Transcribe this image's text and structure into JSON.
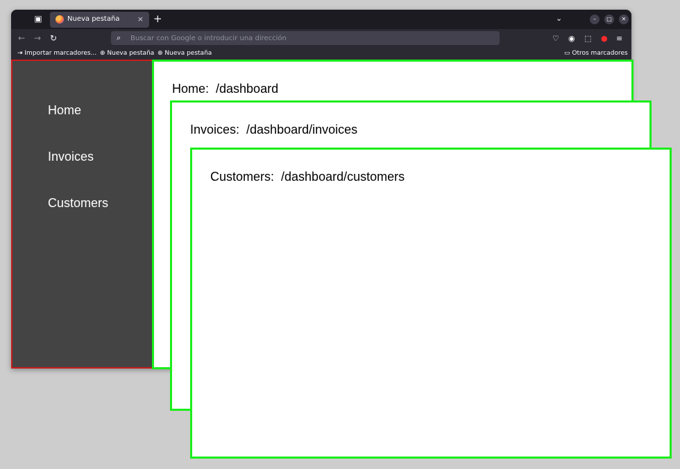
{
  "browser": {
    "tab": {
      "title": "Nueva pestaña",
      "close": "×"
    },
    "new_tab": "+",
    "url_placeholder": "Buscar con Google o introducir una dirección",
    "bookmarks": [
      {
        "label": "Importar marcadores..."
      },
      {
        "label": "Nueva pestaña"
      },
      {
        "label": "Nueva pestaña"
      }
    ],
    "other_bookmarks": "Otros marcadores"
  },
  "sidebar": {
    "links": [
      "Home",
      "Invoices",
      "Customers"
    ]
  },
  "panels": [
    {
      "text": "Home:  /dashboard"
    },
    {
      "text": "Invoices:  /dashboard/invoices"
    },
    {
      "text": "Customers:  /dashboard/customers"
    }
  ],
  "colors": {
    "sidebar_border": "#c91b1b",
    "panel_border": "#1aee1a",
    "sidebar_bg": "#444444"
  }
}
